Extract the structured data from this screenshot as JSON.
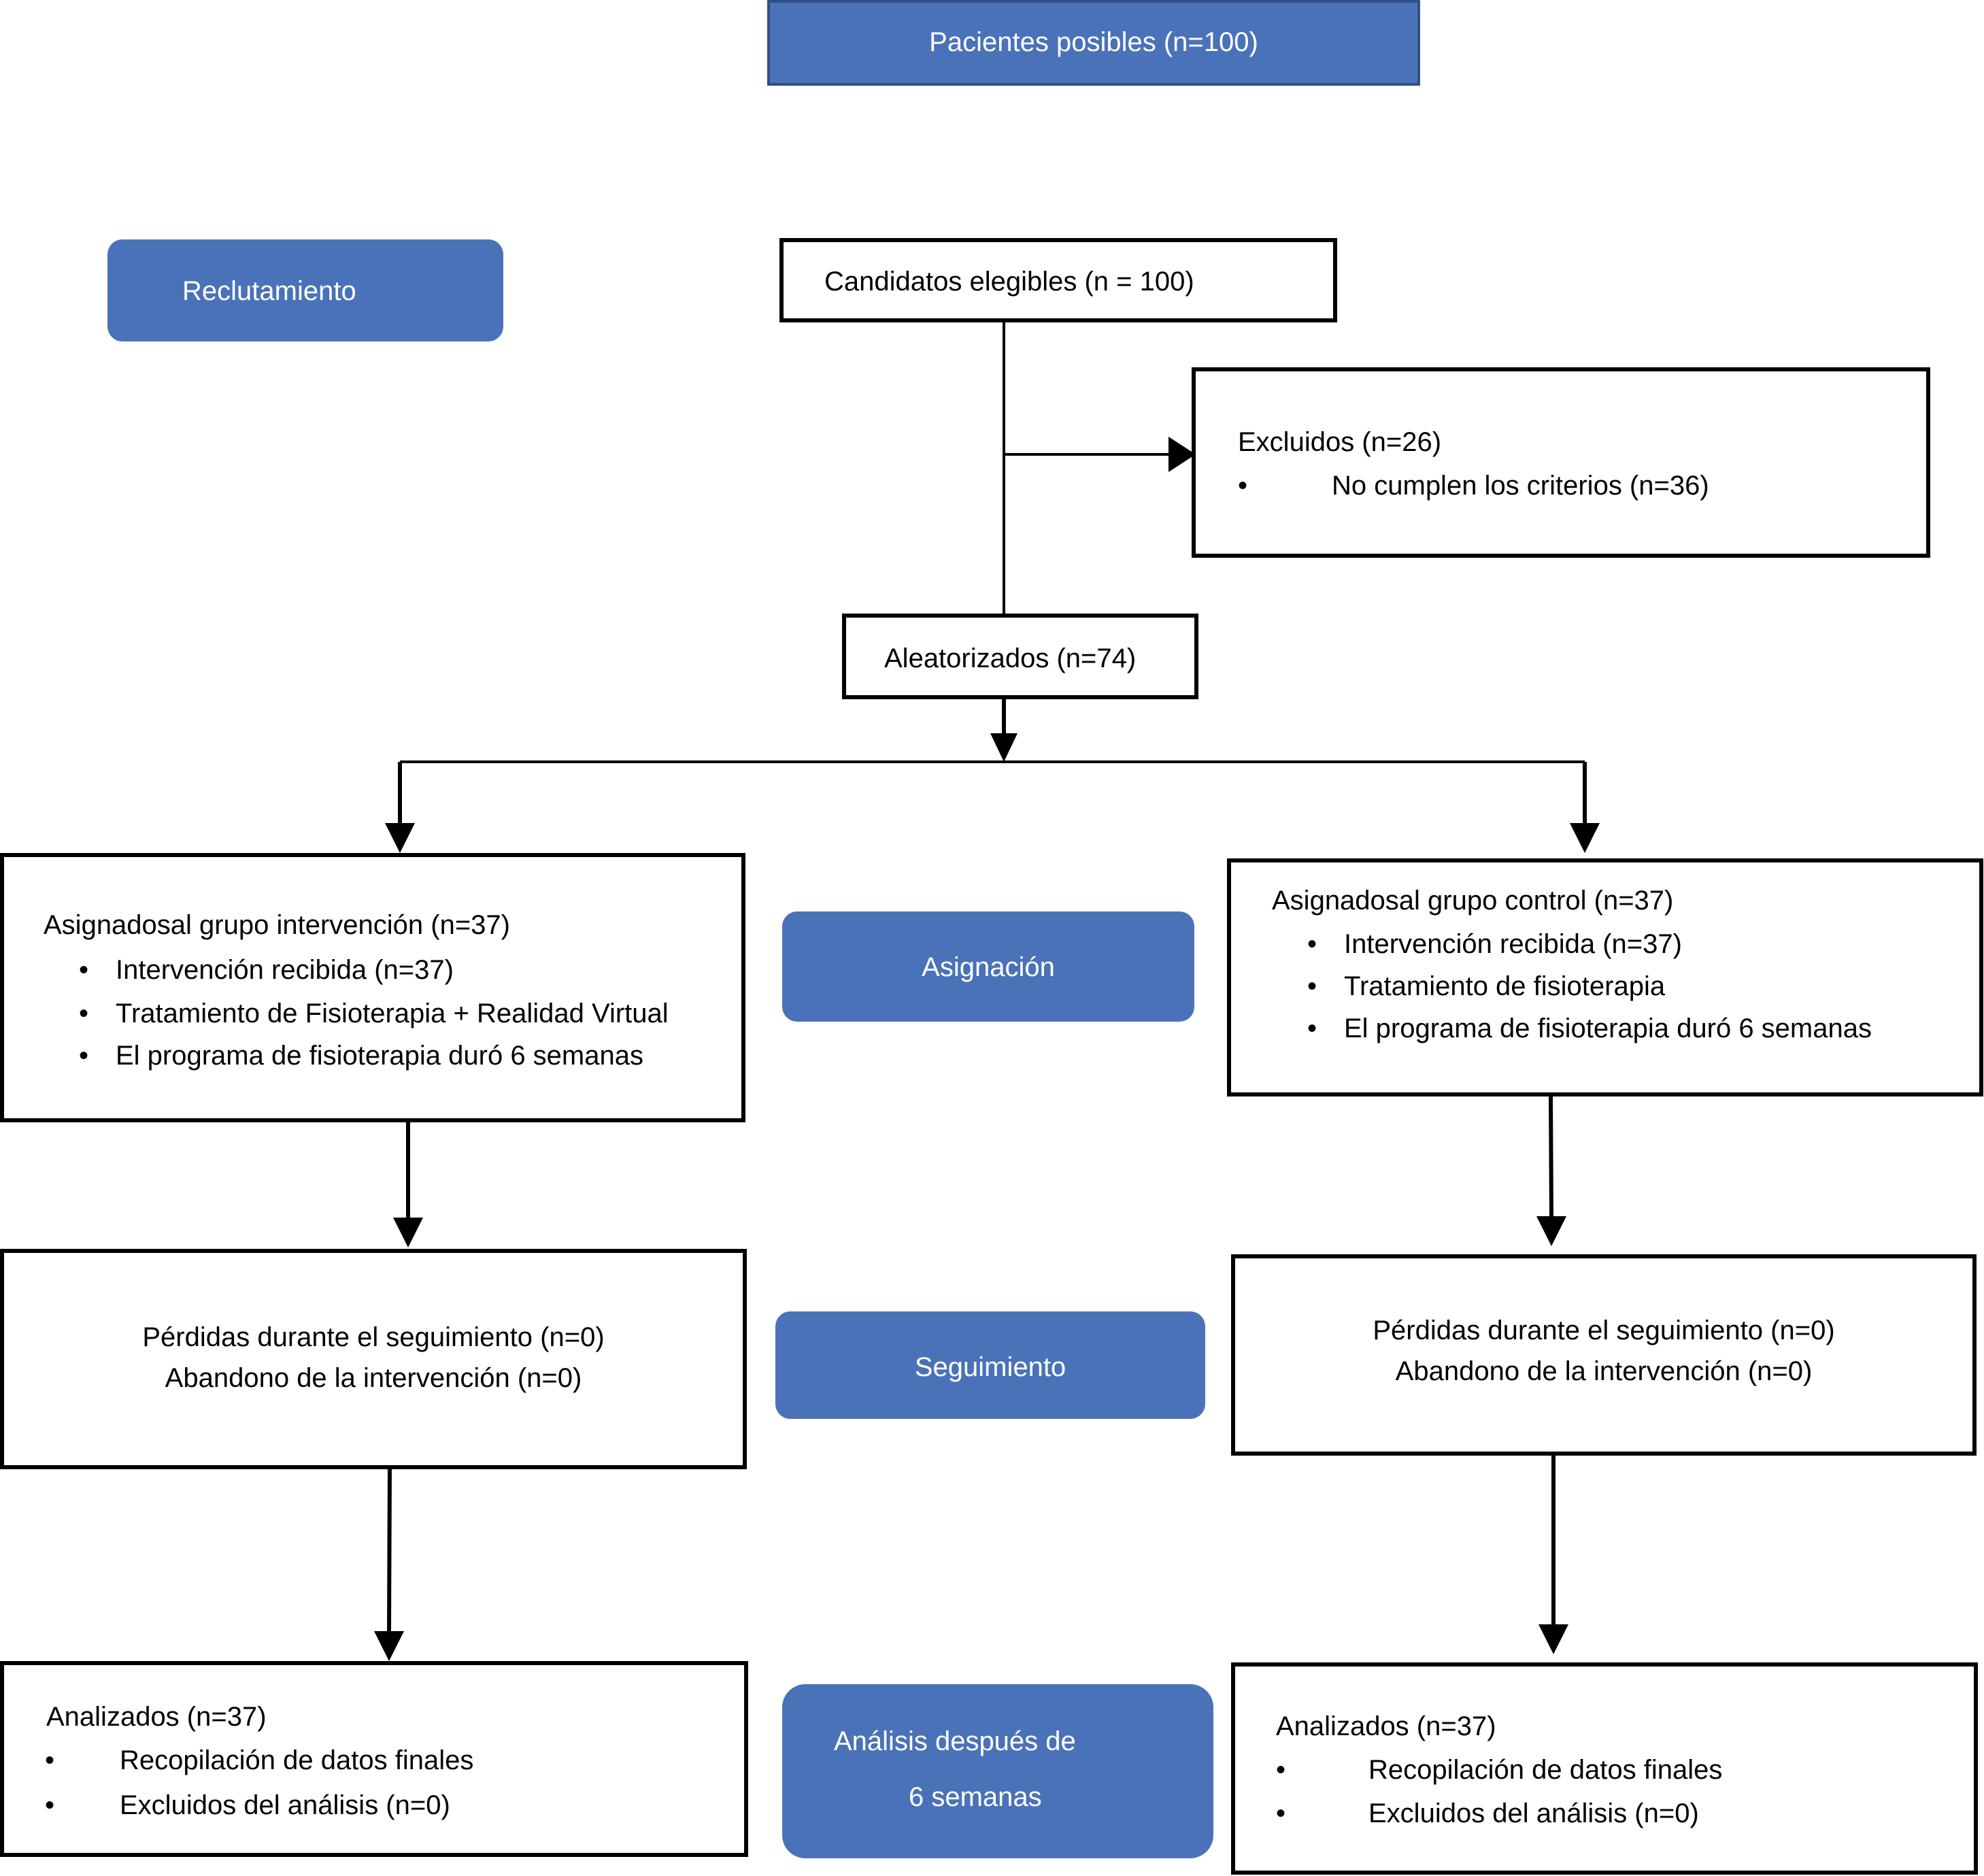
{
  "stages": {
    "pacientes": "Pacientes posibles (n=100)",
    "reclutamiento": "Reclutamiento",
    "asignacion": "Asignación",
    "seguimiento": "Seguimiento",
    "analisis_line1": "Análisis después de",
    "analisis_line2": "6 semanas"
  },
  "boxes": {
    "candidatos": "Candidatos elegibles (n = 100)",
    "excluidos_title": "Excluidos (n=26)",
    "excluidos_item": "No cumplen los criterios (n=36)",
    "aleatorizados": "Aleatorizados (n=74)",
    "intervencion": {
      "title": "Asignadosal grupo intervención (n=37)",
      "items": [
        "Intervención recibida (n=37)",
        "Tratamiento de Fisioterapia + Realidad Virtual",
        "El programa de fisioterapia duró 6 semanas"
      ]
    },
    "control": {
      "title": "Asignadosal grupo control  (n=37)",
      "items": [
        "Intervención  recibida (n=37)",
        "Tratamiento de fisioterapia",
        "El programa de fisioterapia duró 6 semanas"
      ]
    },
    "seguimiento_left": {
      "line1": "Pérdidas durante el seguimiento (n=0)",
      "line2": "Abandono de la intervención (n=0)"
    },
    "seguimiento_right": {
      "line1": "Pérdidas durante el seguimiento (n=0)",
      "line2": "Abandono de la intervención (n=0)"
    },
    "analizados_left": {
      "title": "Analizados (n=37)",
      "items": [
        "Recopilación de datos finales",
        "Excluidos del análisis (n=0)"
      ]
    },
    "analizados_right": {
      "title": "Analizados (n=37)",
      "items": [
        "Recopilación de datos finales",
        "Excluidos del análisis (n=0)"
      ]
    }
  },
  "bullet_glyph": "•",
  "colors": {
    "stage_blue": "#4a72b8",
    "border": "#000000"
  }
}
